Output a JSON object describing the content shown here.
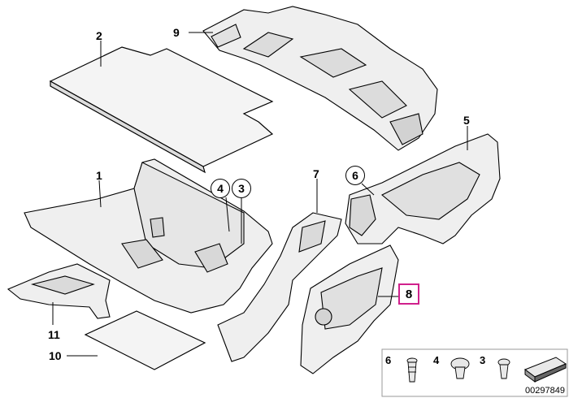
{
  "diagram": {
    "callouts": [
      "1",
      "2",
      "3",
      "4",
      "5",
      "6",
      "7",
      "8",
      "9",
      "10",
      "11"
    ],
    "highlighted_callout": "8",
    "legend": {
      "items": [
        "6",
        "4",
        "3"
      ]
    },
    "document_number": "00297849",
    "colors": {
      "highlight": "#d0208c",
      "line": "#000000",
      "part_fill": "#f2f2f2",
      "legend_border": "#999999"
    }
  }
}
